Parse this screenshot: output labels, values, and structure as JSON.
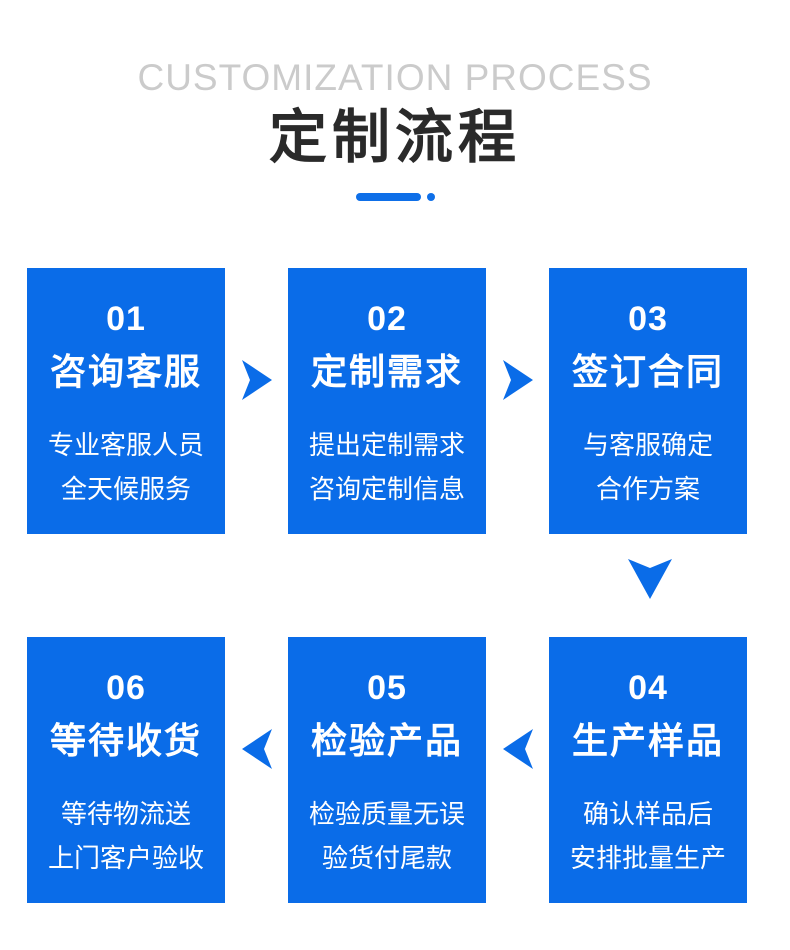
{
  "header": {
    "subtitle": "CUSTOMIZATION PROCESS",
    "title": "定制流程"
  },
  "colors": {
    "card_blue": "#0a6ce8",
    "divider_blue": "#0e6fe8",
    "subtitle_gray": "#cbcbcb",
    "title_dark": "#2a2a2a",
    "card_text": "#ffffff",
    "background": "#ffffff"
  },
  "steps": [
    {
      "number": "01",
      "title": "咨询客服",
      "lines": [
        "专业客服人员",
        "全天候服务"
      ]
    },
    {
      "number": "02",
      "title": "定制需求",
      "lines": [
        "提出定制需求",
        "咨询定制信息"
      ]
    },
    {
      "number": "03",
      "title": "签订合同",
      "lines": [
        "与客服确定",
        "合作方案"
      ]
    },
    {
      "number": "04",
      "title": "生产样品",
      "lines": [
        "确认样品后",
        "安排批量生产"
      ]
    },
    {
      "number": "05",
      "title": "检验产品",
      "lines": [
        "检验质量无误",
        "验货付尾款"
      ]
    },
    {
      "number": "06",
      "title": "等待收货",
      "lines": [
        "等待物流送",
        "上门客户验收"
      ]
    }
  ]
}
